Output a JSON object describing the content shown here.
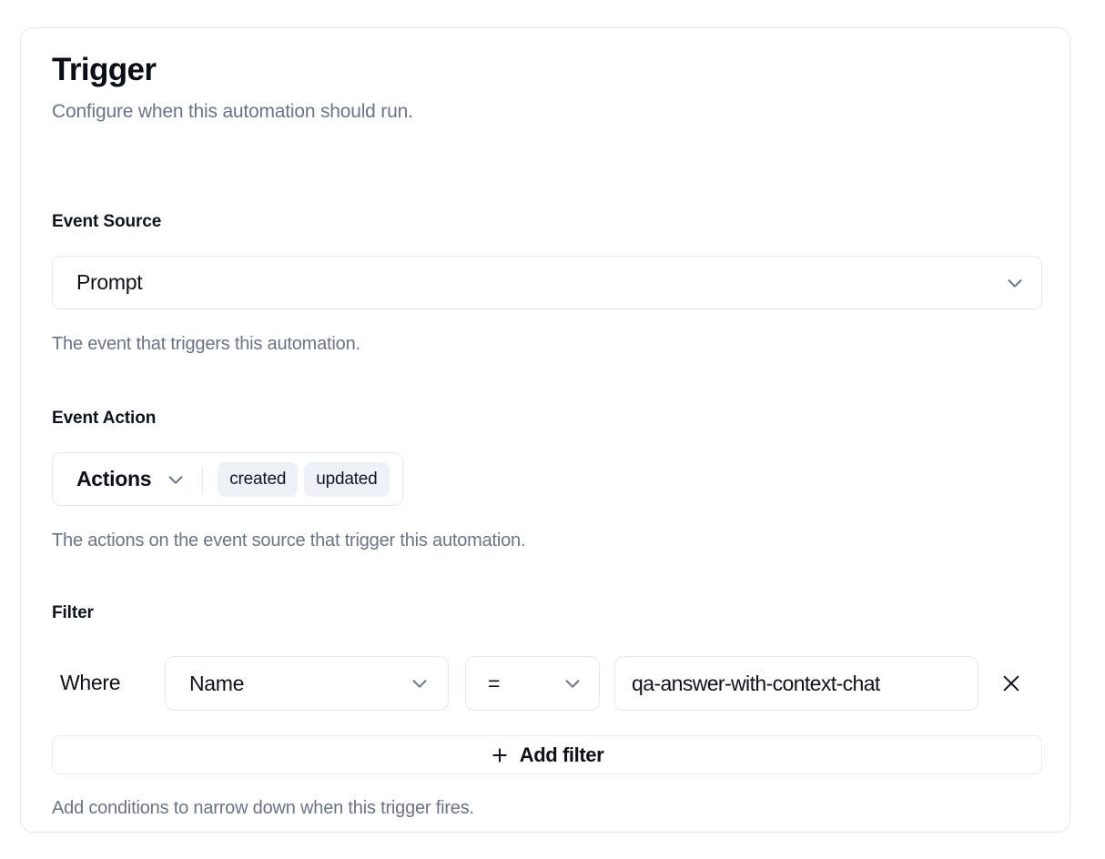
{
  "card": {
    "title": "Trigger",
    "subtitle": "Configure when this automation should run."
  },
  "event_source": {
    "label": "Event Source",
    "value": "Prompt",
    "help": "The event that triggers this automation.",
    "chevron_icon": "chevron-down-icon"
  },
  "event_action": {
    "label": "Event Action",
    "trigger_label": "Actions",
    "chips": [
      {
        "label": "created"
      },
      {
        "label": "updated"
      }
    ],
    "help": "The actions on the event source that trigger this automation.",
    "chevron_icon": "chevron-down-icon"
  },
  "filter": {
    "label": "Filter",
    "where_label": "Where",
    "rows": [
      {
        "field": "Name",
        "operator": "=",
        "value": "qa-answer-with-context-chat",
        "remove_icon": "close-icon"
      }
    ],
    "add_filter_label": "Add filter",
    "add_filter_icon": "plus-icon",
    "help": "Add conditions to narrow down when this trigger fires."
  },
  "colors": {
    "text_primary": "#0f1117",
    "text_muted": "#6c7385",
    "border": "#e4e7ee",
    "chip_bg": "#eef1f7",
    "chevron": "#6b7385",
    "card_bg": "#ffffff"
  }
}
